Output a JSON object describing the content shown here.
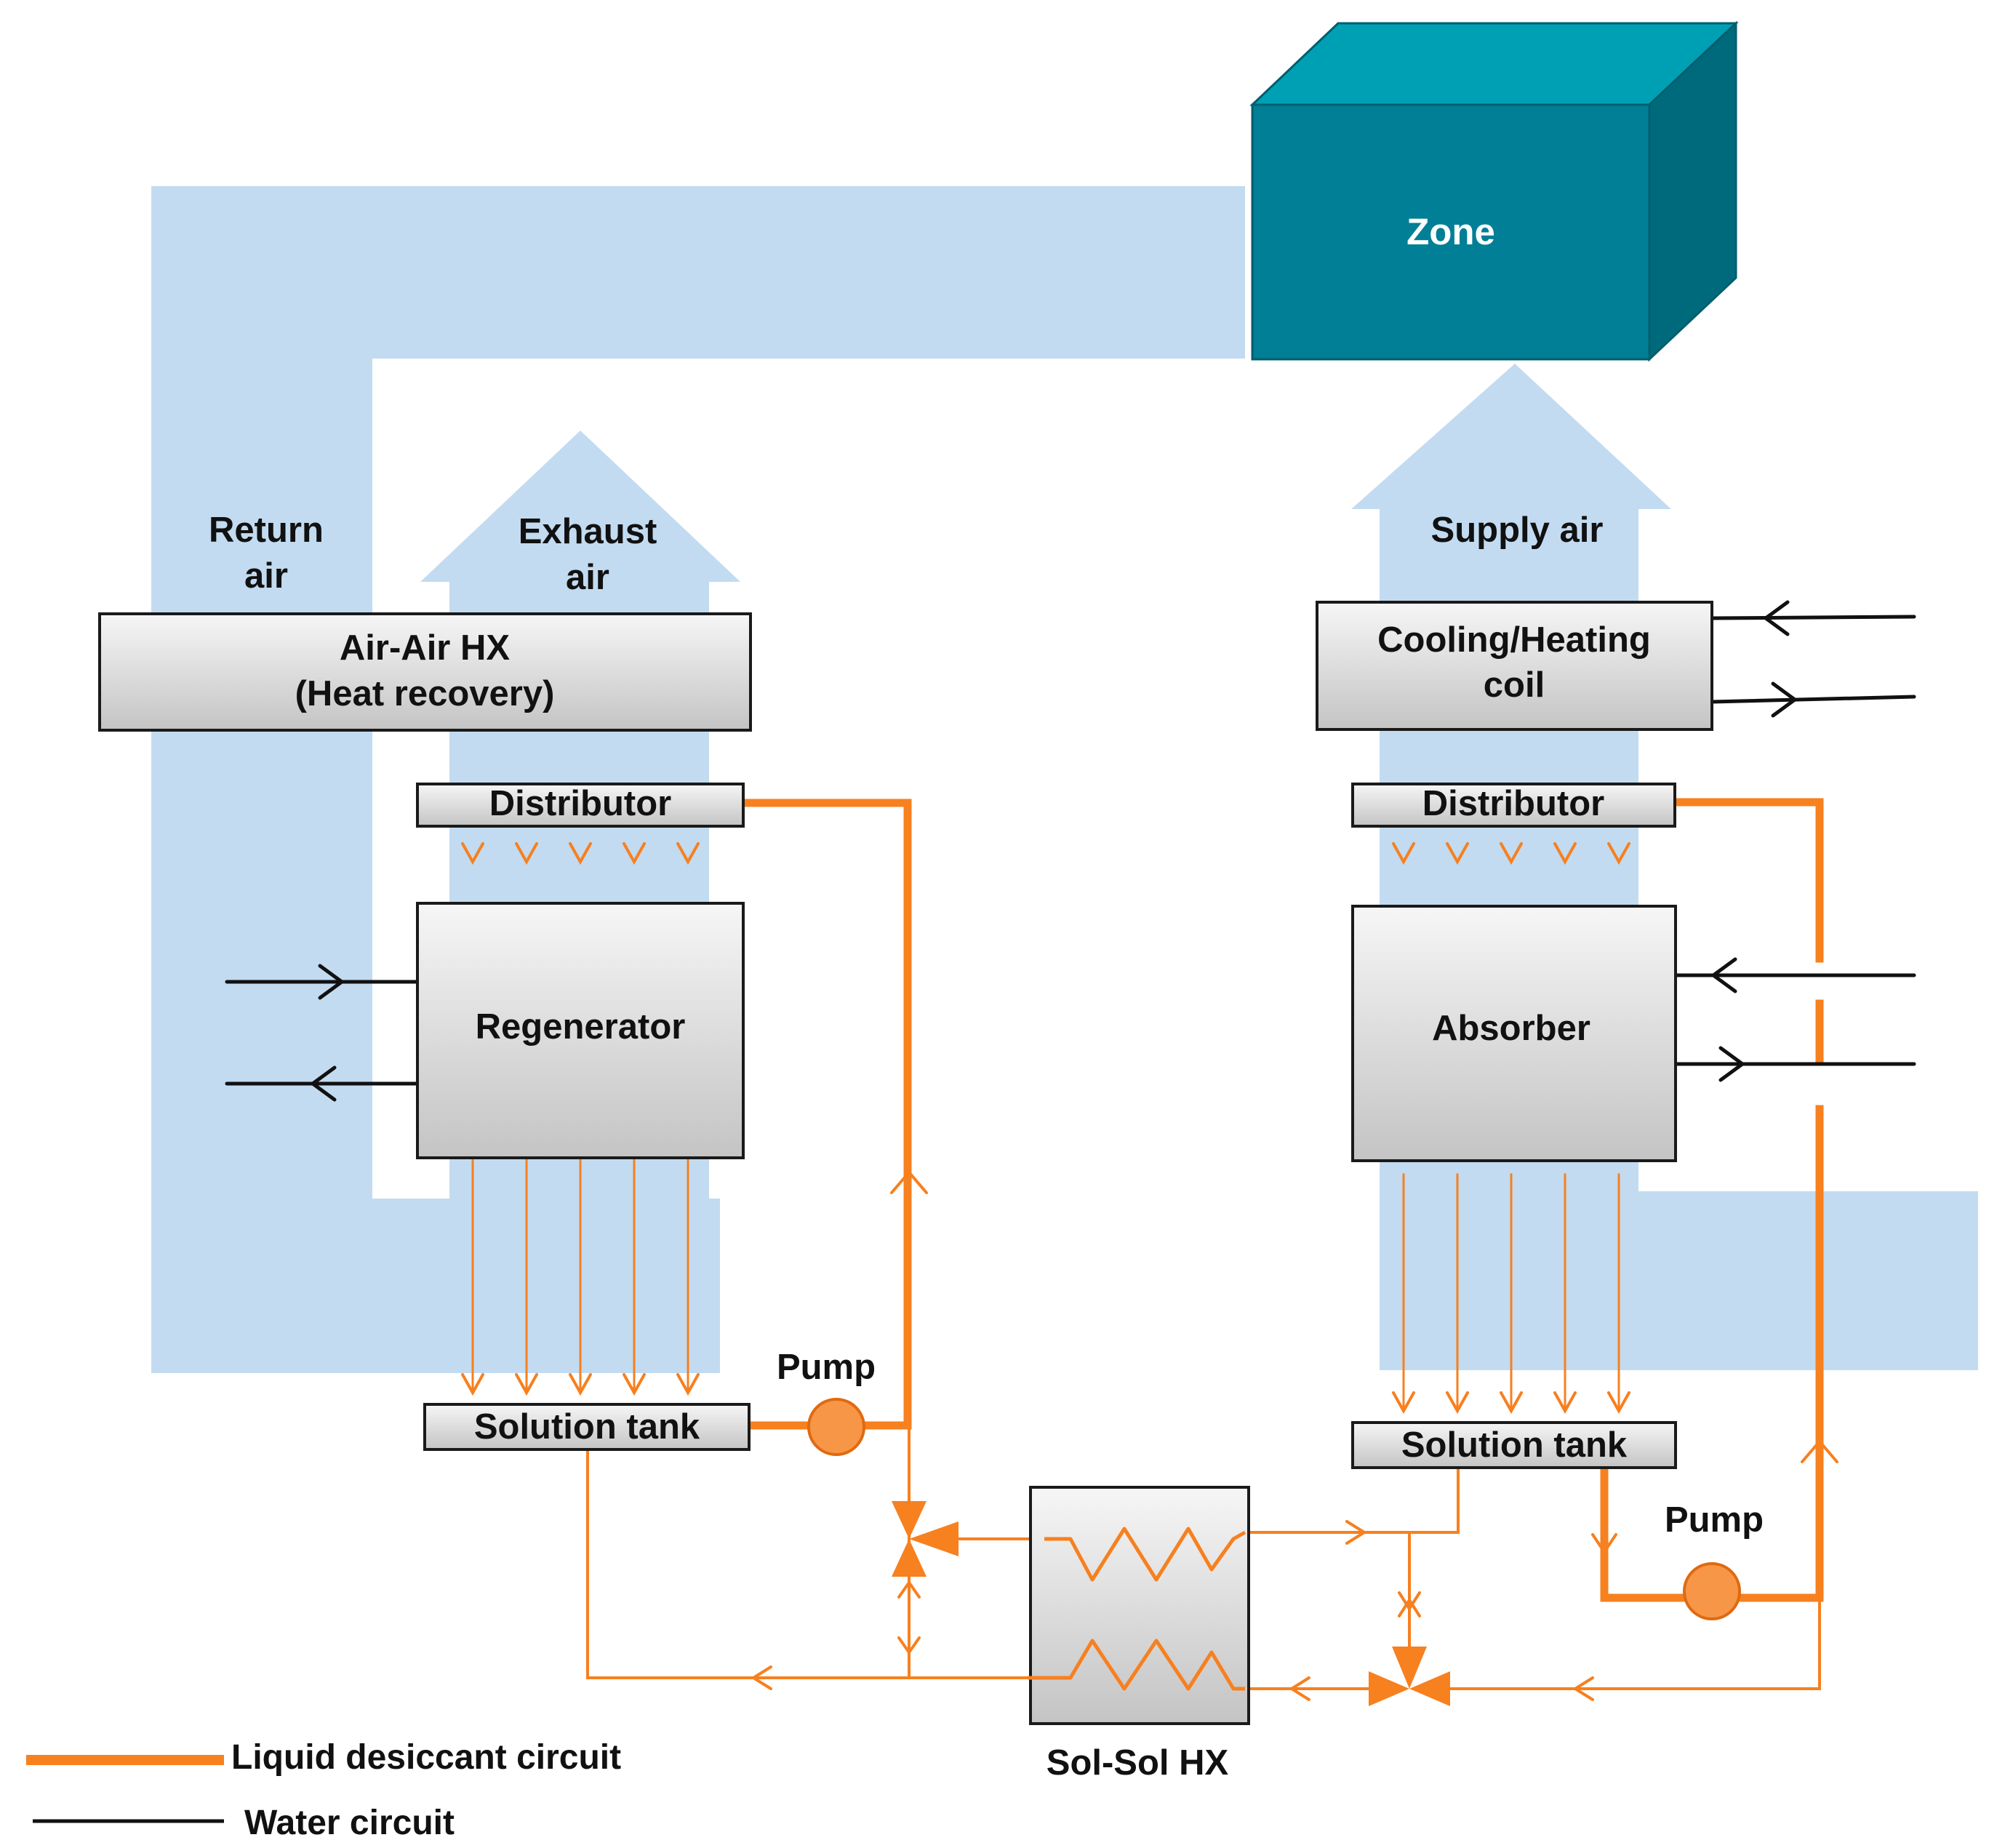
{
  "colors": {
    "air_duct": "#c2dbf1",
    "desiccant": "#f7801f",
    "water": "#111111",
    "zone_front": "#007f96",
    "zone_top": "#00a0b4",
    "zone_side": "#006a7d",
    "box_fill_top": "#f4f4f4",
    "box_fill_bottom": "#c7c7c7",
    "pump": "#f79646"
  },
  "zone": {
    "label": "Zone"
  },
  "labels": {
    "return_air": [
      "Return",
      "air"
    ],
    "exhaust_air": [
      "Exhaust",
      "air"
    ],
    "supply_air": "Supply air",
    "pump_left": "Pump",
    "pump_right": "Pump",
    "sol_sol_hx": "Sol-Sol HX"
  },
  "components": {
    "air_air_hx": [
      "Air-Air HX",
      "(Heat recovery)"
    ],
    "cooling_heating_coil": [
      "Cooling/Heating",
      "coil"
    ],
    "distributor_left": "Distributor",
    "distributor_right": "Distributor",
    "regenerator": "Regenerator",
    "absorber": "Absorber",
    "solution_tank_left": "Solution tank",
    "solution_tank_right": "Solution tank"
  },
  "legend": {
    "items": [
      {
        "label": "Liquid desiccant circuit",
        "color": "#f7801f"
      },
      {
        "label": "Water circuit",
        "color": "#111111"
      }
    ]
  }
}
